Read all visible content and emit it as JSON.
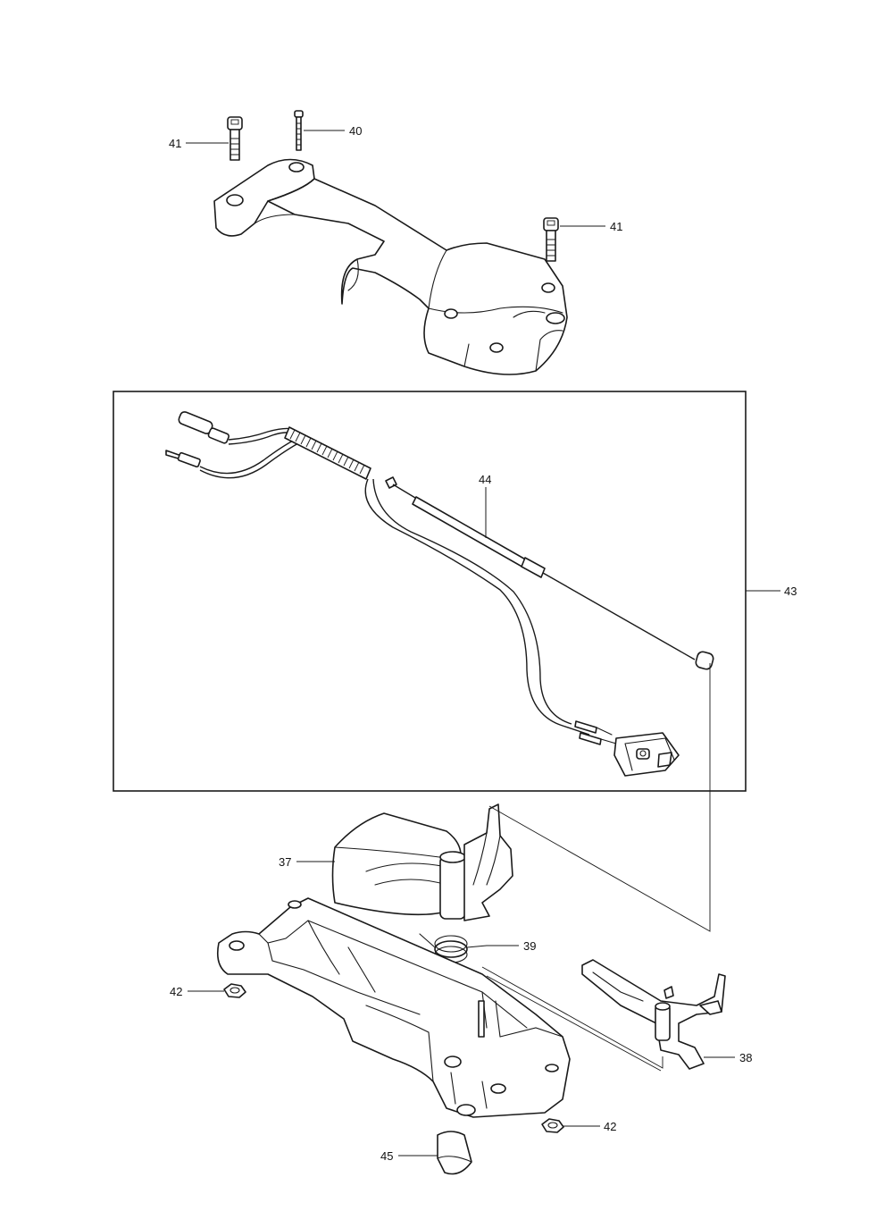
{
  "callouts": [
    {
      "id": "c40",
      "text": "40"
    },
    {
      "id": "c41a",
      "text": "41"
    },
    {
      "id": "c41b",
      "text": "41"
    },
    {
      "id": "c44",
      "text": "44"
    },
    {
      "id": "c43",
      "text": "43"
    },
    {
      "id": "c37",
      "text": "37"
    },
    {
      "id": "c39",
      "text": "39"
    },
    {
      "id": "c42a",
      "text": "42"
    },
    {
      "id": "c38",
      "text": "38"
    },
    {
      "id": "c42b",
      "text": "42"
    },
    {
      "id": "c45",
      "text": "45"
    }
  ]
}
